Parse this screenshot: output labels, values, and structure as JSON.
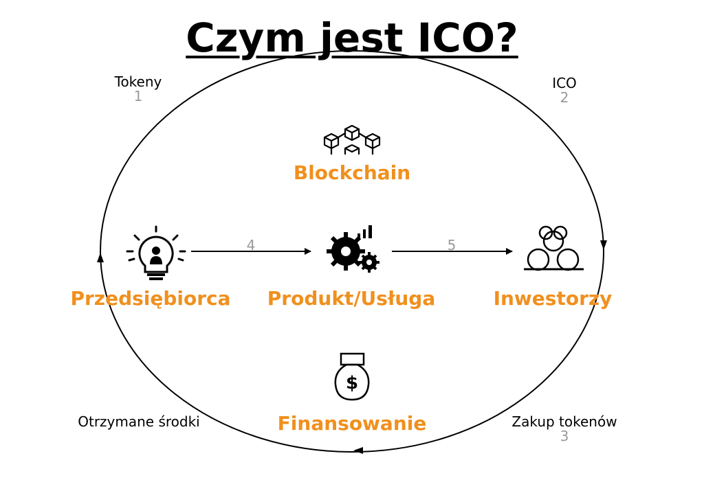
{
  "title": "Czym jest ICO?",
  "colors": {
    "accent": "#f0901e",
    "line": "#000000",
    "number": "#999999"
  },
  "nodes": {
    "blockchain": {
      "label": "Blockchain",
      "icon": "blockchain-cubes-icon"
    },
    "entrepreneur": {
      "label": "Przedsiębiorca",
      "icon": "lightbulb-person-icon"
    },
    "product": {
      "label": "Produkt/Usługa",
      "icon": "gears-chart-icon"
    },
    "investors": {
      "label": "Inwestorzy",
      "icon": "coins-stack-icon"
    },
    "financing": {
      "label": "Finansowanie",
      "icon": "money-bag-icon"
    }
  },
  "cycle_steps": [
    {
      "label": "Tokeny",
      "number": "1"
    },
    {
      "label": "ICO",
      "number": "2"
    },
    {
      "label": "Zakup tokenów",
      "number": "3"
    },
    {
      "label": "Otrzymane środki",
      "number": ""
    }
  ],
  "arrows": [
    {
      "from": "entrepreneur",
      "to": "product",
      "number": "4"
    },
    {
      "from": "product",
      "to": "investors",
      "number": "5"
    }
  ]
}
